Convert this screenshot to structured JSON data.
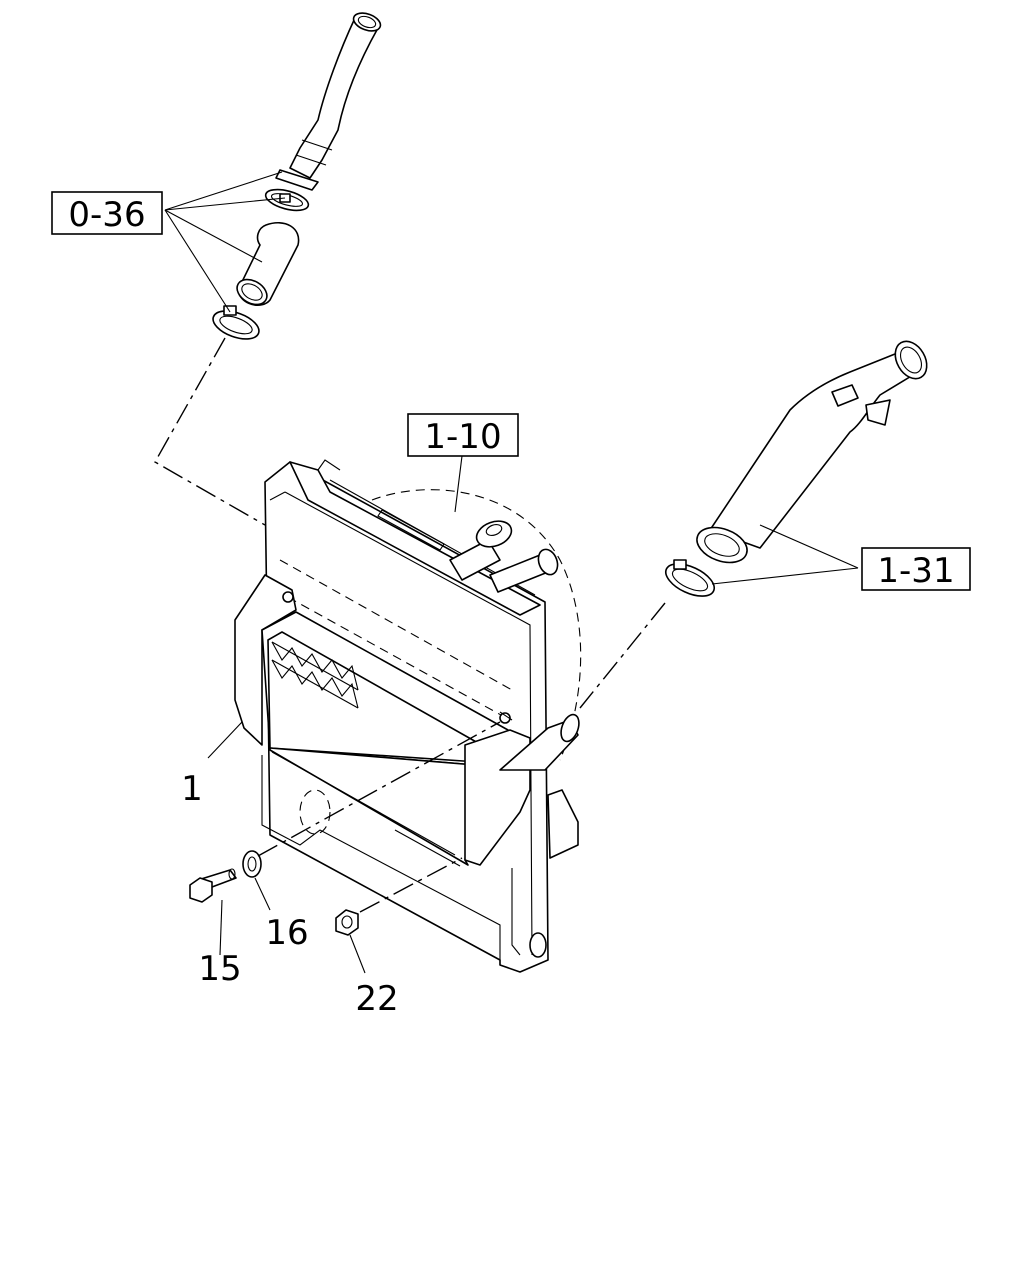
{
  "callouts": {
    "ref_0_36": "0-36",
    "ref_1_10": "1-10",
    "ref_1_31": "1-31",
    "part_1": "1",
    "part_15": "15",
    "part_16": "16",
    "part_22": "22"
  }
}
